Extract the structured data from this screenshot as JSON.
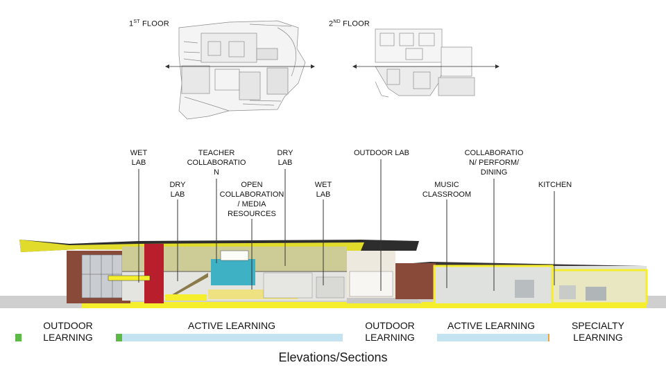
{
  "floor_plans": {
    "first": {
      "ordinal": "1",
      "suffix": "ST",
      "word": "FLOOR"
    },
    "second": {
      "ordinal": "2",
      "suffix": "ND",
      "word": "FLOOR"
    }
  },
  "section_labels": {
    "wet_lab_1": "WET\nLAB",
    "teacher_collab": "TEACHER\nCOLLABORATIO\nN",
    "dry_lab_1": "DRY\nLAB",
    "outdoor_lab": "OUTDOOR LAB",
    "collab_perform_dining": "COLLABORATIO\nN/ PERFORM/\nDINING",
    "dry_lab_2": "DRY\nLAB",
    "open_collab_media": "OPEN\nCOLLABORATION\n/ MEDIA\nRESOURCES",
    "wet_lab_2": "WET\nLAB",
    "music_classroom": "MUSIC\nCLASSROOM",
    "kitchen": "KITCHEN"
  },
  "zones": {
    "outdoor_learning_1": "OUTDOOR\nLEARNING",
    "active_learning_1": "ACTIVE LEARNING",
    "outdoor_learning_2": "OUTDOOR\nLEARNING",
    "active_learning_2": "ACTIVE LEARNING",
    "specialty_learning": "SPECIALTY\nLEARNING"
  },
  "colors": {
    "green": "#5cb946",
    "light_blue": "#c4e3f1",
    "orange": "#f2a13a",
    "yellow": "#f5ee2c",
    "red": "#b81e2b"
  },
  "caption": "Elevations/Sections"
}
